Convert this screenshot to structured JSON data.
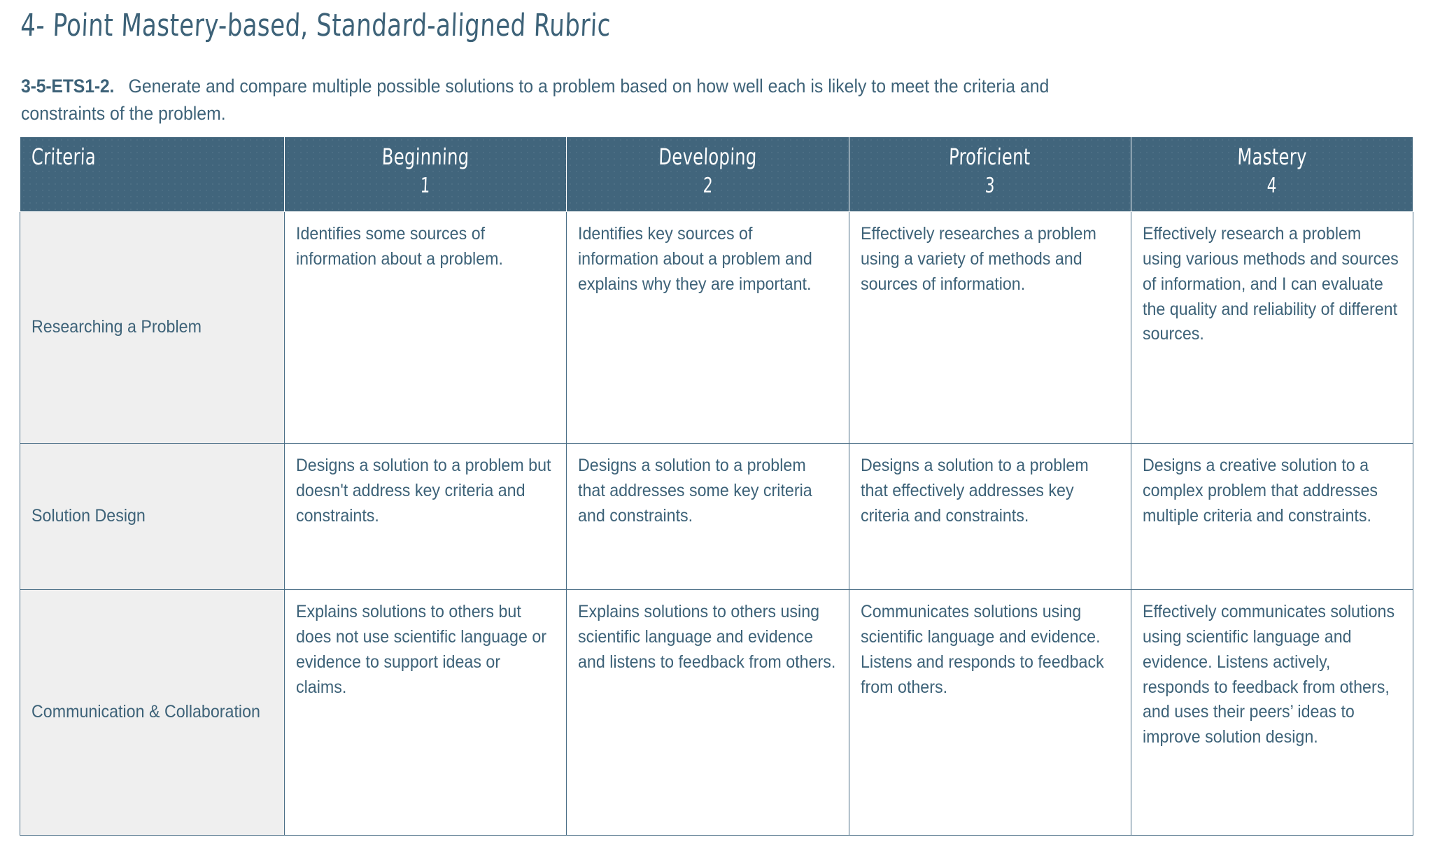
{
  "document": {
    "title": "4- Point Mastery-based, Standard-aligned Rubric",
    "standard": {
      "code": "3-5-ETS1-2.",
      "text_line_1": "Generate and compare multiple possible solutions to a problem based on how well each is likely to meet the criteria and",
      "text_line_2": "constraints of the problem.",
      "full_text": "Generate and compare multiple possible solutions to a problem based on how well each is likely to meet the criteria and constraints of the problem."
    }
  },
  "colors": {
    "header_background": "#41657C",
    "header_text": "#FFFFFF",
    "body_text": "#3D6278",
    "criteria_cell_background": "#EFEFEF",
    "body_cell_background": "#FFFFFF",
    "border": "#4A6E86",
    "page_background": "#FFFFFF"
  },
  "table": {
    "columns": [
      {
        "label": "Criteria",
        "score": ""
      },
      {
        "label": "Beginning",
        "score": "1"
      },
      {
        "label": "Developing",
        "score": "2"
      },
      {
        "label": "Proficient",
        "score": "3"
      },
      {
        "label": "Mastery",
        "score": "4"
      }
    ],
    "rows": [
      {
        "criteria": "Researching a Problem",
        "beginning": "Identifies some sources of information about a problem.",
        "developing": "Identifies key sources of information about a problem and explains why they are important.",
        "proficient": "Effectively researches a problem using a variety of methods and sources of information.",
        "mastery": "Effectively research a problem using various methods and sources of information, and I can evaluate the quality and reliability of different sources."
      },
      {
        "criteria": "Solution Design",
        "beginning": "Designs a solution to a problem but doesn't address key criteria and constraints.",
        "developing": "Designs a solution to a problem that addresses some key criteria and constraints.",
        "proficient": "Designs a solution to a problem that effectively addresses key criteria and constraints.",
        "mastery": "Designs a creative solution to a complex problem that addresses multiple criteria and constraints."
      },
      {
        "criteria": "Communication & Collaboration",
        "beginning": "Explains solutions to others but does not use scientific language or evidence to support ideas or claims.",
        "developing": "Explains solutions to others using scientific language and evidence and listens to feedback from others.",
        "proficient": "Communicates solutions using scientific language and evidence. Listens and responds to feedback from others.",
        "mastery": "Effectively communicates solutions using scientific language and evidence. Listens actively, responds to feedback from others, and uses their peers’ ideas to improve solution design."
      }
    ]
  }
}
